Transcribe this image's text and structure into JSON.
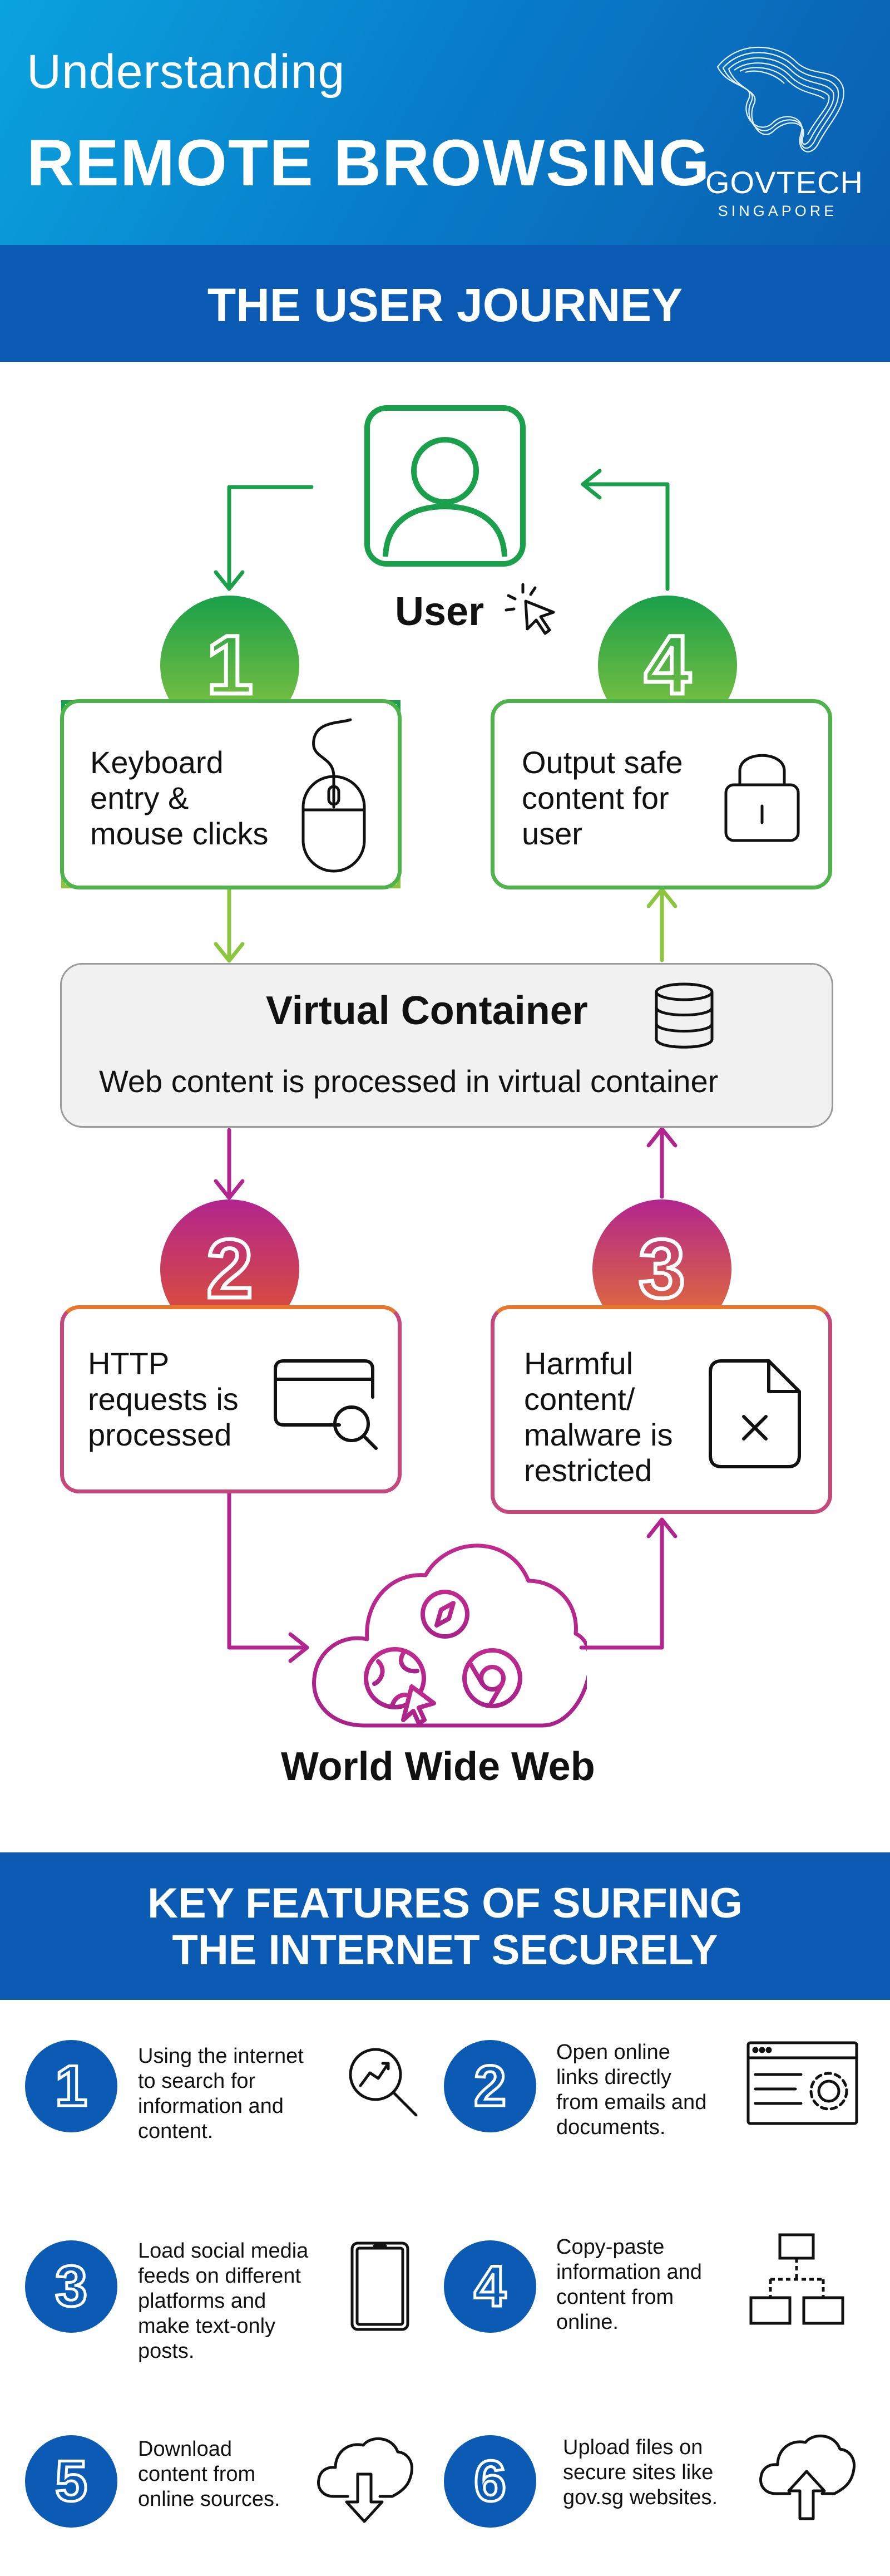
{
  "header": {
    "subtitle": "Understanding",
    "title": "REMOTE BROWSING",
    "logo_name": "GOVTECH",
    "logo_sub": "SINGAPORE"
  },
  "journey": {
    "section_title": "THE USER JOURNEY",
    "user_label": "User",
    "steps": [
      {
        "number": "1",
        "text_lines": [
          "Keyboard",
          "entry &",
          "mouse clicks"
        ],
        "icon": "mouse-icon"
      },
      {
        "number": "2",
        "text_lines": [
          "HTTP",
          "requests is",
          "processed"
        ],
        "icon": "card-search-icon"
      },
      {
        "number": "3",
        "text_lines": [
          "Harmful",
          "content/",
          "malware is",
          "restricted"
        ],
        "icon": "file-x-icon"
      },
      {
        "number": "4",
        "text_lines": [
          "Output safe",
          "content for",
          "user"
        ],
        "icon": "lock-icon"
      }
    ],
    "virtual_container": {
      "title": "Virtual Container",
      "text": "Web content is processed in virtual container",
      "icon": "database-icon"
    },
    "www_label": "World Wide Web"
  },
  "features": {
    "section_title_lines": [
      "KEY FEATURES OF SURFING",
      "THE INTERNET SECURELY"
    ],
    "items": [
      {
        "number": "1",
        "text_lines": [
          "Using the internet",
          "to search for",
          "information and",
          "content."
        ],
        "icon": "magnifier-chart-icon"
      },
      {
        "number": "2",
        "text_lines": [
          "Open online",
          "links directly",
          "from emails and",
          "documents."
        ],
        "icon": "browser-settings-icon"
      },
      {
        "number": "3",
        "text_lines": [
          "Load social media",
          "feeds on different",
          "platforms and",
          "make text-only",
          "posts."
        ],
        "icon": "smartphone-icon"
      },
      {
        "number": "4",
        "text_lines": [
          "Copy-paste",
          "information and",
          "content from",
          "online."
        ],
        "icon": "sitemap-icon"
      },
      {
        "number": "5",
        "text_lines": [
          "Download",
          "content from",
          "online sources."
        ],
        "icon": "cloud-download-icon"
      },
      {
        "number": "6",
        "text_lines": [
          "Upload files on",
          "secure sites like",
          "gov.sg websites."
        ],
        "icon": "cloud-upload-icon"
      }
    ]
  },
  "colors": {
    "header_blue": "#0b5bb4",
    "green": "#1aa04a",
    "lime": "#8cc63f",
    "magenta": "#b2258f",
    "orange": "#e8772b",
    "container_bg": "#f1f1f1"
  }
}
